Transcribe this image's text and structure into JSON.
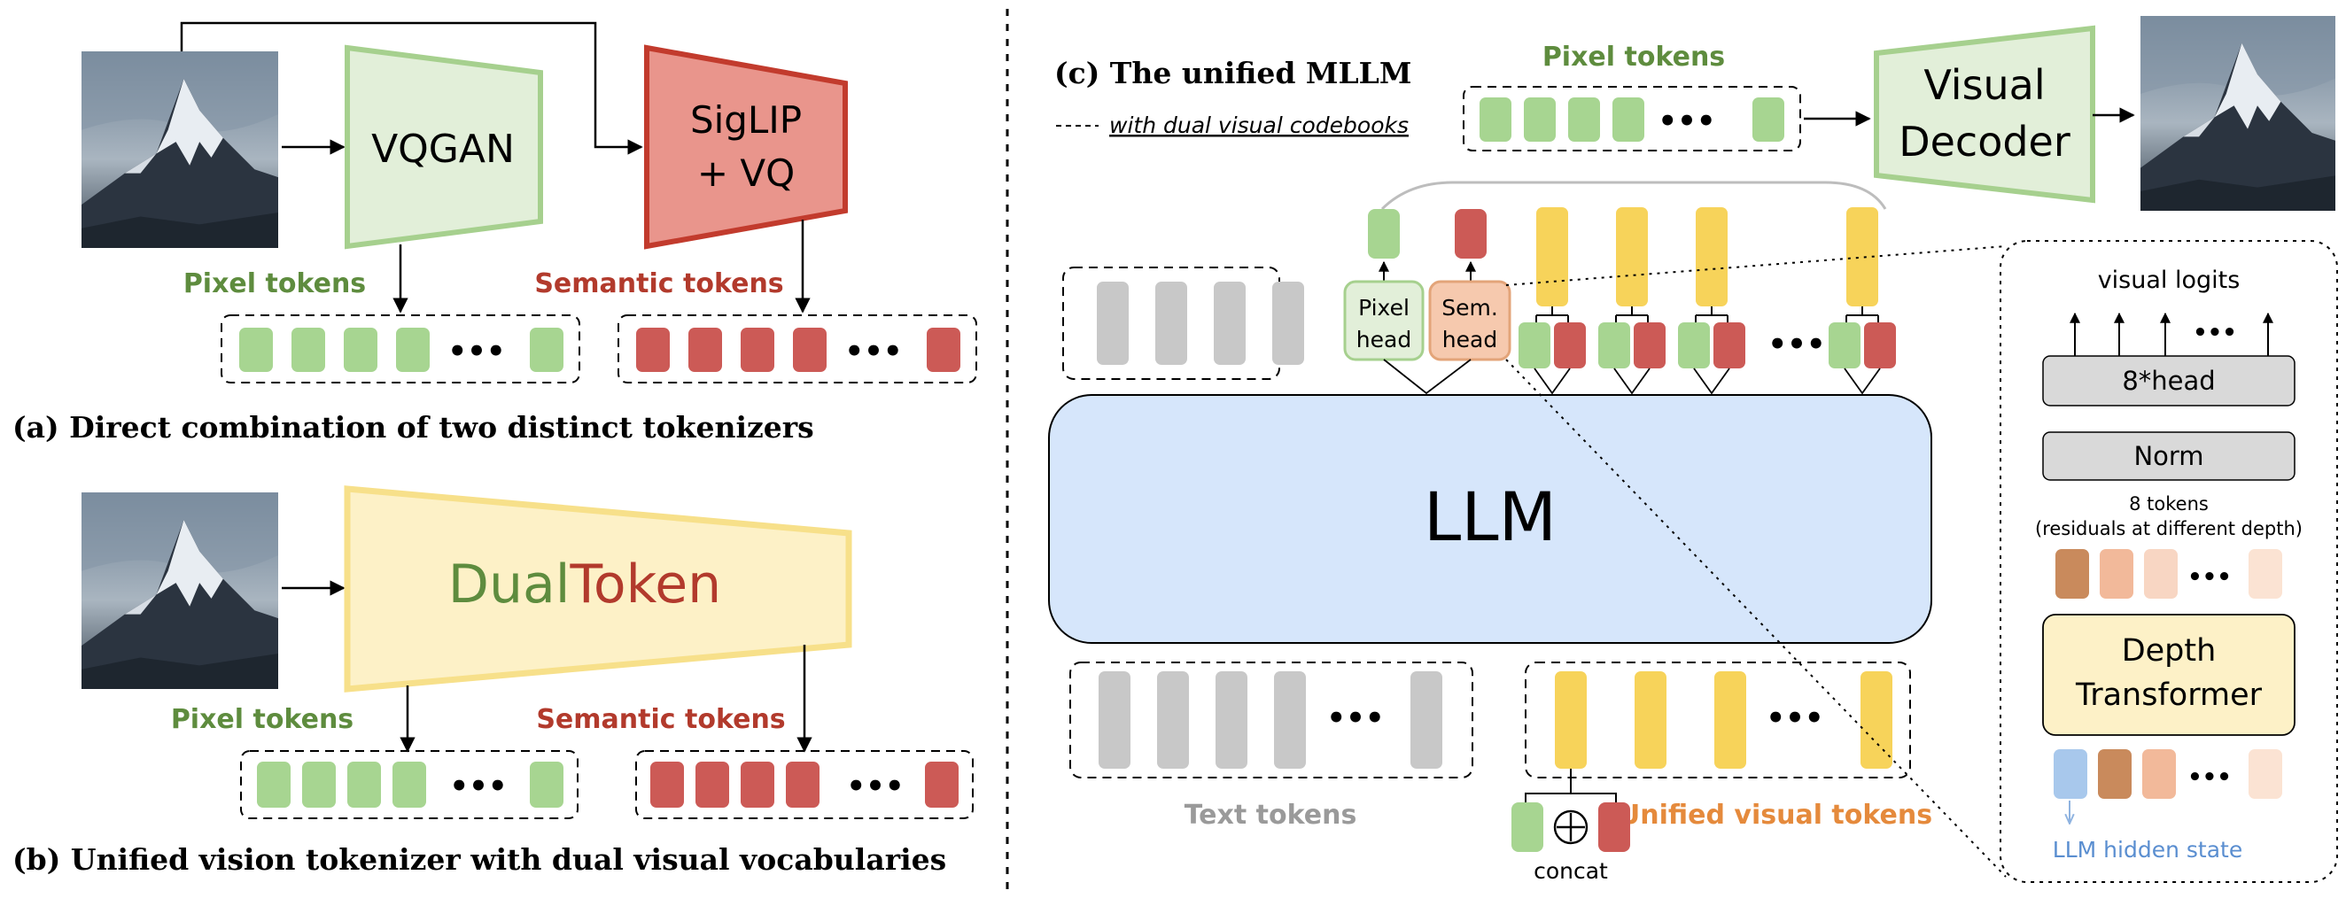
{
  "colors": {
    "pixel_green": "#8cc47c",
    "pixel_green_fill": "#a7d591",
    "semantic_red": "#cc5a56",
    "semantic_red_dark": "#c23b2d",
    "token_yellow": "#f7d35a",
    "token_gray": "#c8c8c8",
    "llm_blue": "#d6e6fb",
    "label_green": "#5e8c3e",
    "label_red": "#b23a2c",
    "label_gray": "#9a9a9a",
    "label_orange": "#e58a3c",
    "hidden_blue": "#5a8ed0"
  },
  "panel_a": {
    "encoder1": "VQGAN",
    "encoder2_line1": "SigLIP",
    "encoder2_line2": "+ VQ",
    "pixel_label": "Pixel tokens",
    "semantic_label": "Semantic tokens",
    "caption": "(a) Direct combination of two distinct tokenizers"
  },
  "panel_b": {
    "title_part1": "Dual",
    "title_part2": "Token",
    "pixel_label": "Pixel tokens",
    "semantic_label": "Semantic tokens",
    "caption": "(b) Unified vision tokenizer with dual visual vocabularies"
  },
  "panel_c": {
    "title": "(c) The unified MLLM",
    "legend": "with dual visual codebooks",
    "pixel_tokens_label": "Pixel tokens",
    "decoder_line1": "Visual",
    "decoder_line2": "Decoder",
    "llm": "LLM",
    "pixel_head_line1": "Pixel",
    "pixel_head_line2": "head",
    "sem_head_line1": "Sem.",
    "sem_head_line2": "head",
    "text_tokens_label": "Text tokens",
    "unified_label": "Unified visual tokens",
    "concat_label": "concat",
    "ellipsis": "•••"
  },
  "inset": {
    "visual_logits": "visual logits",
    "head": "8*head",
    "norm": "Norm",
    "tokens_line1": "8 tokens",
    "tokens_line2": "(residuals at different depth)",
    "depth_line1": "Depth",
    "depth_line2": "Transformer",
    "hidden_state": "LLM hidden state",
    "ellipsis": "•••"
  }
}
